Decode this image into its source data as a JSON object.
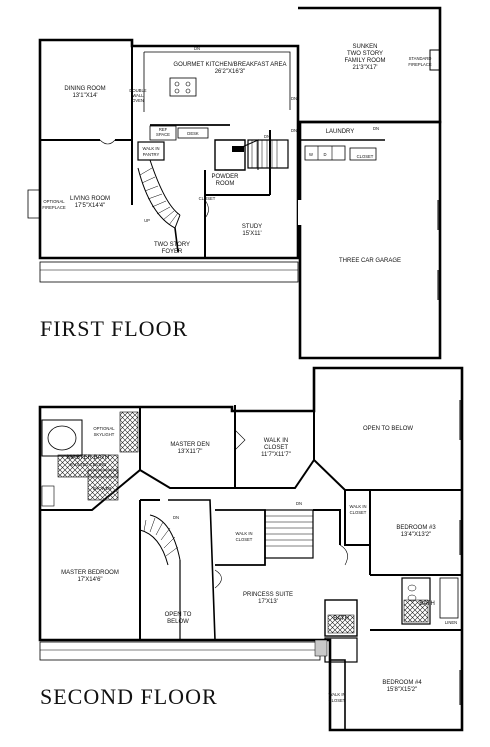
{
  "first_floor": {
    "title": "FIRST FLOOR",
    "rooms": {
      "kitchen": {
        "name": "GOURMET KITCHEN/BREAKFAST AREA",
        "size": "26'2\"X16'3\""
      },
      "dining": {
        "name": "DINING ROOM",
        "size": "13'1\"X14'"
      },
      "living": {
        "name": "LIVING ROOM",
        "size": "17'5\"X14'4\""
      },
      "family": {
        "name_l1": "SUNKEN",
        "name_l2": "TWO STORY",
        "name_l3": "FAMILY ROOM",
        "size": "21'3\"X17'"
      },
      "laundry": {
        "name": "LAUNDRY"
      },
      "garage": {
        "name": "THREE CAR GARAGE"
      },
      "study": {
        "name": "STUDY",
        "size": "15'X11'"
      },
      "powder": {
        "name_l1": "POWDER",
        "name_l2": "ROOM"
      },
      "foyer": {
        "name_l1": "TWO STORY",
        "name_l2": "FOYER"
      }
    },
    "notes": {
      "double_wall_oven": [
        "DOUBLE",
        "WALL",
        "OVEN"
      ],
      "ref_space": [
        "REF",
        "SPACE"
      ],
      "desk": "DESK",
      "walk_in_pantry": [
        "WALK IN",
        "PANTRY"
      ],
      "optional_fireplace": [
        "OPTIONAL",
        "FIREPLACE"
      ],
      "standard_fireplace": [
        "STANDARD",
        "FIREPLACE"
      ],
      "closet": "CLOSET",
      "closet2": "CLOSET",
      "dn_a": "DN",
      "dn_b": "DN",
      "dn_c": "DN",
      "dn_d": "DN",
      "dn_e": "DN",
      "up": "UP",
      "washer": "W",
      "dryer": "D"
    }
  },
  "second_floor": {
    "title": "SECOND FLOOR",
    "rooms": {
      "master_den": {
        "name": "MASTER DEN",
        "size": "13'X11'7\""
      },
      "walk_in_closet": {
        "name_l1": "WALK IN",
        "name_l2": "CLOSET",
        "size": "11'7\"X11'7\""
      },
      "open_to_below_top": {
        "name": "OPEN TO BELOW"
      },
      "master_bath": {
        "name": "MASTER BATH",
        "sub": "VAULTED CEILING"
      },
      "master_bedroom": {
        "name": "MASTER BEDROOM",
        "size": "17'X14'6\""
      },
      "bedroom3": {
        "name": "BEDROOM #3",
        "size": "13'4\"X13'2\""
      },
      "princess": {
        "name": "PRINCESS SUITE",
        "size": "17'X13'"
      },
      "open_to_below_stair": {
        "name_l1": "OPEN TO",
        "name_l2": "BELOW"
      },
      "bath_a": {
        "name": "BATH"
      },
      "bath_b": {
        "name": "BATH"
      },
      "bedroom4": {
        "name": "BEDROOM #4",
        "size": "15'8\"X15'2\""
      }
    },
    "notes": {
      "optional_skylight": [
        "OPTIONAL",
        "SKYLIGHT"
      ],
      "shower": "SHOWER",
      "walk_in_closet_a": [
        "WALK IN",
        "CLOSET"
      ],
      "walk_in_closet_b": [
        "WALK IN",
        "CLOSET"
      ],
      "walk_in_closet_c": [
        "WALK IN",
        "CLOSET"
      ],
      "linen": "LINEN",
      "dn_a": "DN",
      "dn_b": "DN"
    }
  }
}
